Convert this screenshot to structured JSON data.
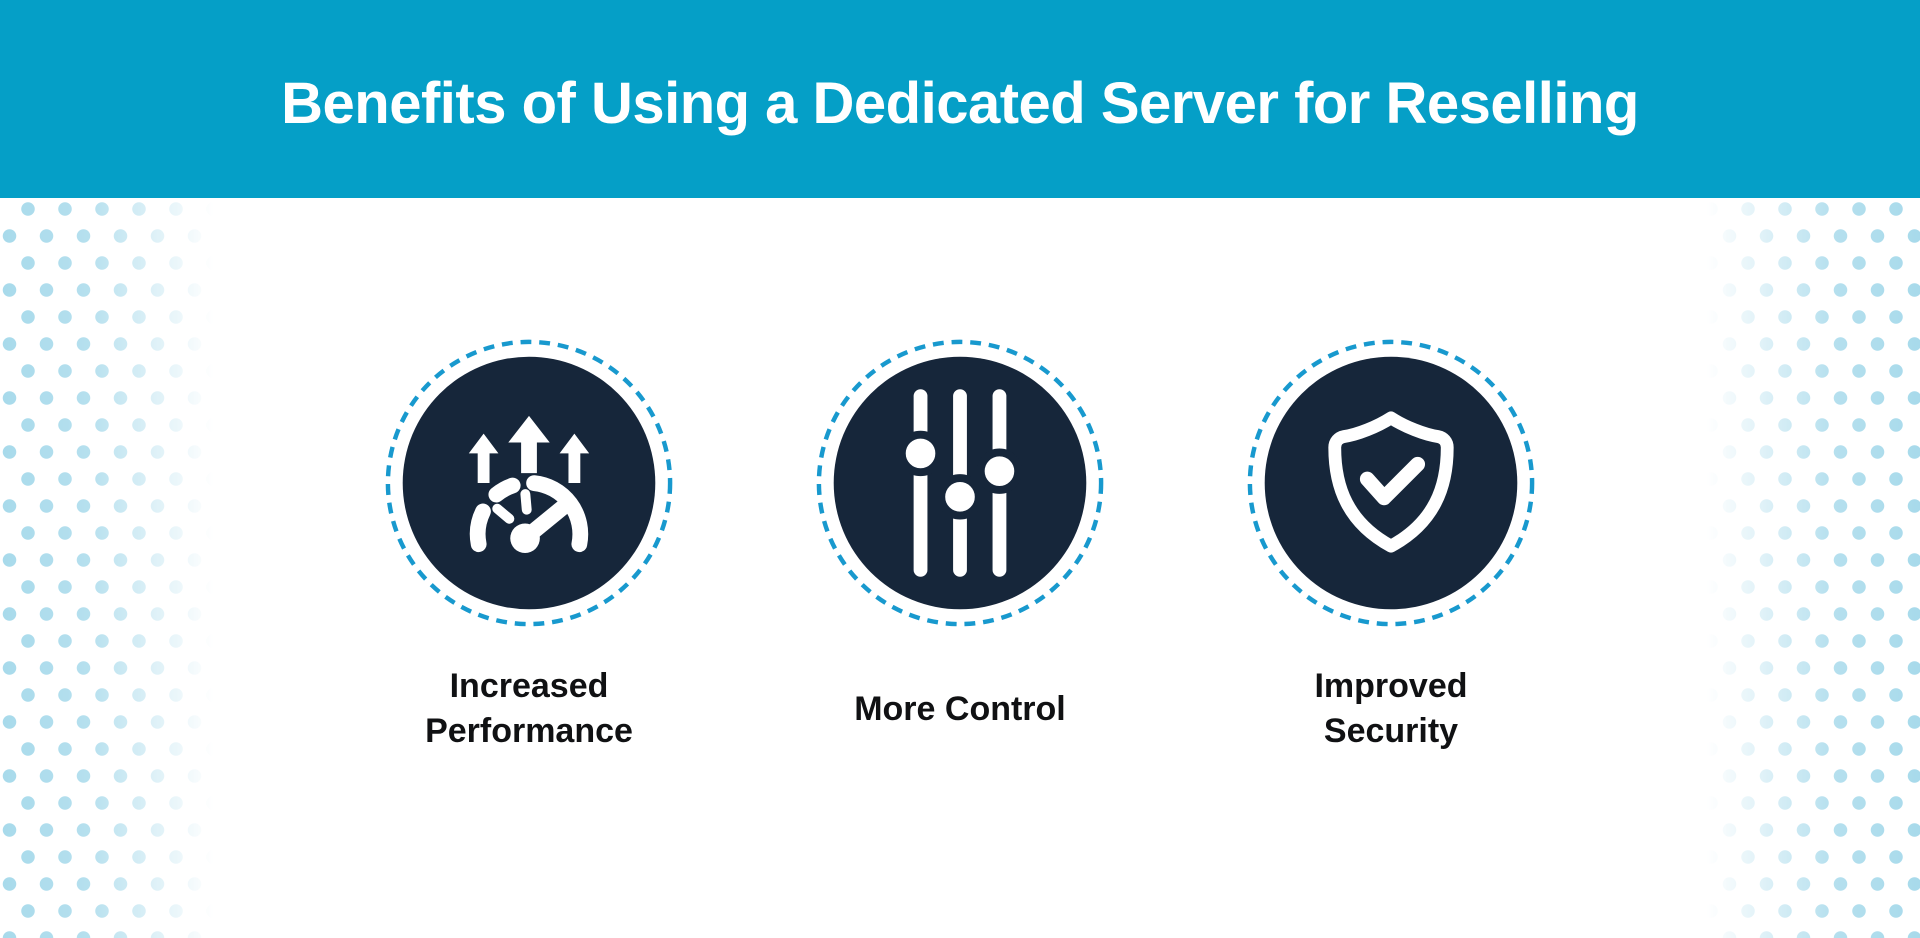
{
  "header": {
    "title": "Benefits of Using a Dedicated Server for Reselling"
  },
  "benefits": [
    {
      "id": "increased-performance",
      "icon": "speedometer-up-arrows-icon",
      "label": "Increased Performance"
    },
    {
      "id": "more-control",
      "icon": "sliders-icon",
      "label": "More Control"
    },
    {
      "id": "improved-security",
      "icon": "shield-check-icon",
      "label": "Improved Security"
    }
  ],
  "colors": {
    "header_background": "#059FC7",
    "medallion_fill": "#16263A",
    "medallion_dashed_ring": "#1899CE",
    "icon_glyph": "#FFFFFF",
    "label_text": "#101113",
    "dot_pattern": "#A3D8EA",
    "page_background": "#FFFFFF"
  }
}
